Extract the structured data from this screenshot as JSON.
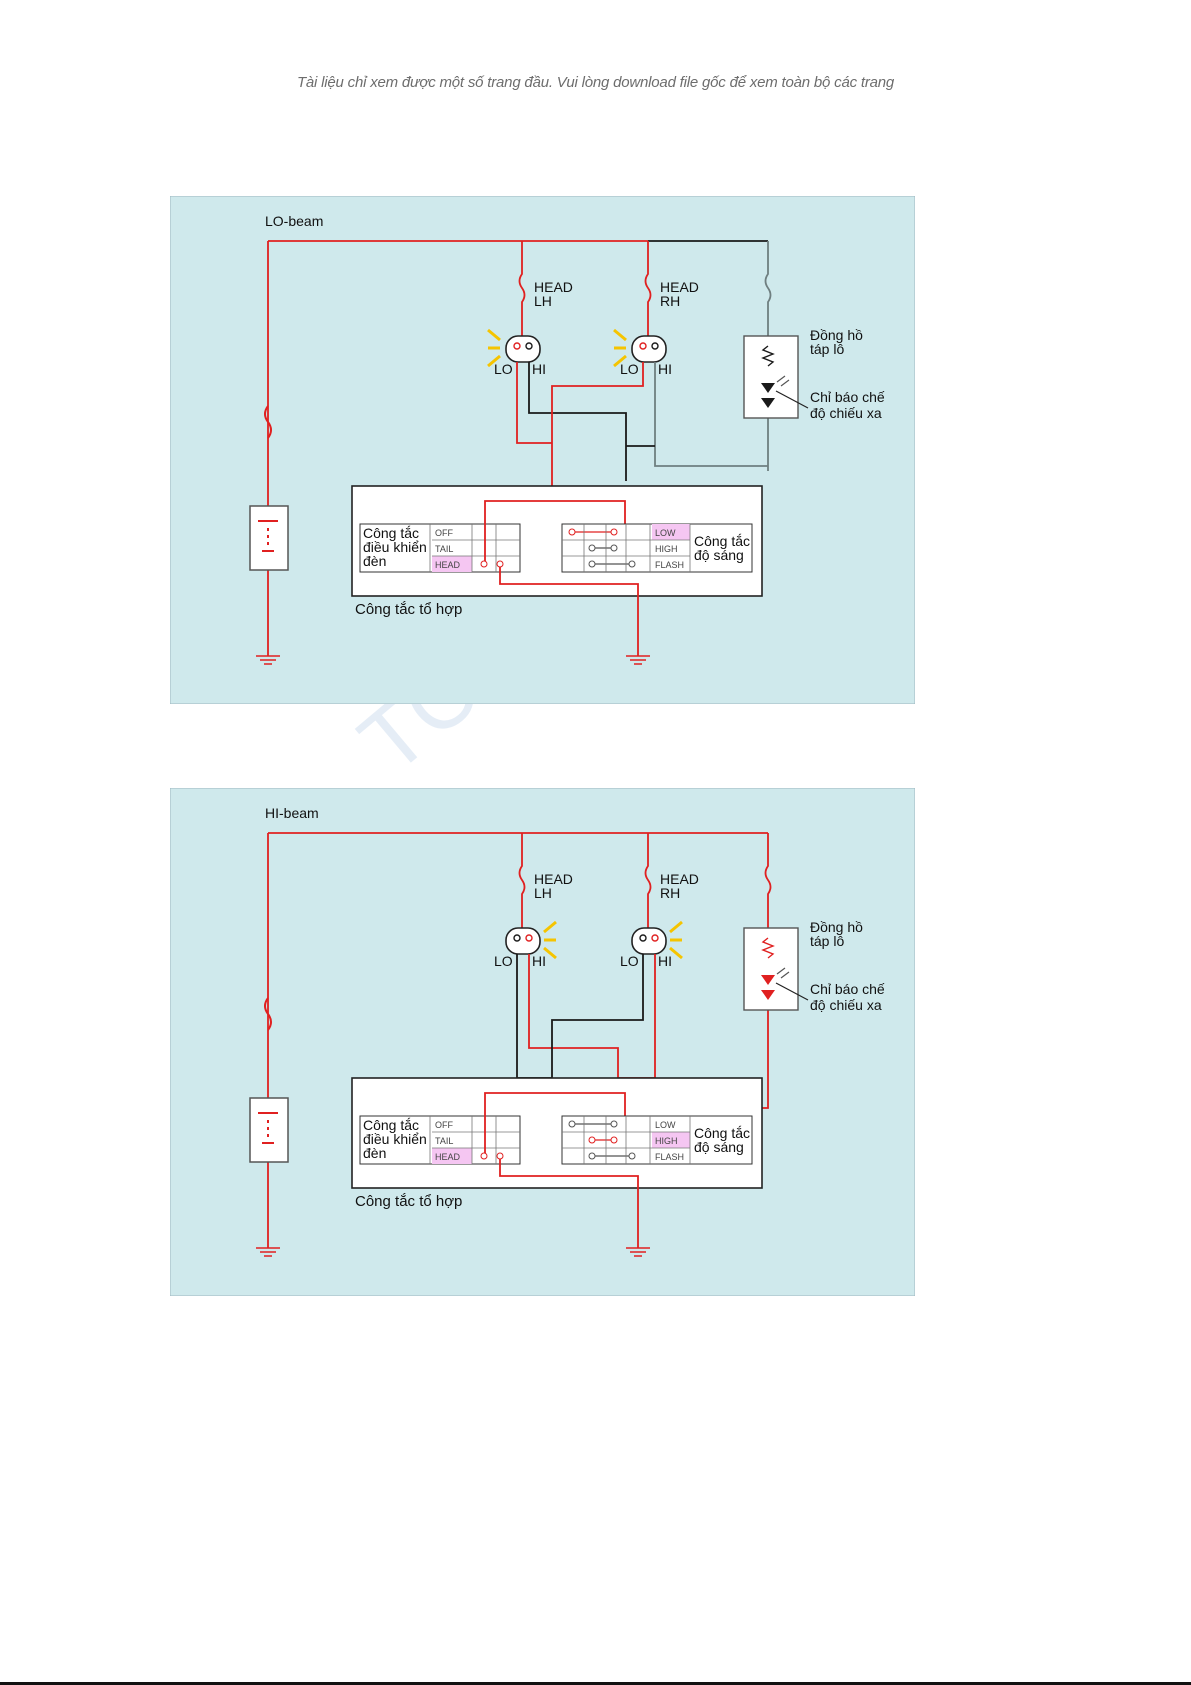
{
  "page": {
    "notice": "Tài liệu chỉ xem được một số trang đầu. Vui lòng download file gốc để xem toàn bộ các trang",
    "watermark": "TC"
  },
  "colors": {
    "panel_bg": "#cfe9ec",
    "wire_active": "#e02020",
    "wire_inactive": "#1a1a1a",
    "wire_gray": "#6f7f80",
    "highlight": "#f5c6f2",
    "glow": "#f5c400"
  },
  "diagrams": [
    {
      "title": "LO-beam",
      "active_beam": "LO",
      "headlamp_lh": {
        "line1": "HEAD",
        "line2": "LH",
        "lo": "LO",
        "hi": "HI"
      },
      "headlamp_rh": {
        "line1": "HEAD",
        "line2": "RH",
        "lo": "LO",
        "hi": "HI"
      },
      "meter": {
        "line1": "Đồng hồ",
        "line2": "táp lô"
      },
      "indicator": {
        "line1": "Chỉ báo chế",
        "line2": "độ chiếu xa"
      },
      "combo_switch": "Công tắc tổ hợp",
      "light_switch": {
        "line1": "Công tắc",
        "line2": "điều khiển",
        "line3": "đèn",
        "positions": [
          "OFF",
          "TAIL",
          "HEAD"
        ],
        "selected": "HEAD"
      },
      "dimmer_switch": {
        "line1": "Công tắc",
        "line2": "độ sáng",
        "positions": [
          "LOW",
          "HIGH",
          "FLASH"
        ],
        "selected": "LOW"
      }
    },
    {
      "title": "HI-beam",
      "active_beam": "HI",
      "headlamp_lh": {
        "line1": "HEAD",
        "line2": "LH",
        "lo": "LO",
        "hi": "HI"
      },
      "headlamp_rh": {
        "line1": "HEAD",
        "line2": "RH",
        "lo": "LO",
        "hi": "HI"
      },
      "meter": {
        "line1": "Đồng hồ",
        "line2": "táp lô"
      },
      "indicator": {
        "line1": "Chỉ báo chế",
        "line2": "độ chiếu xa"
      },
      "combo_switch": "Công tắc tổ hợp",
      "light_switch": {
        "line1": "Công tắc",
        "line2": "điều khiển",
        "line3": "đèn",
        "positions": [
          "OFF",
          "TAIL",
          "HEAD"
        ],
        "selected": "HEAD"
      },
      "dimmer_switch": {
        "line1": "Công tắc",
        "line2": "độ sáng",
        "positions": [
          "LOW",
          "HIGH",
          "FLASH"
        ],
        "selected": "HIGH"
      }
    }
  ]
}
